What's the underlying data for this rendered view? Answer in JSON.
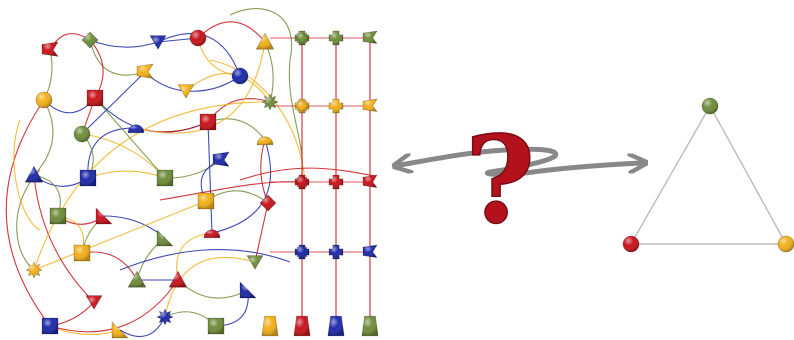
{
  "question_mark": "?",
  "colors": {
    "red": "#c8141c",
    "green": "#6f8c3a",
    "blue": "#1e2aa8",
    "yellow": "#f2b01a",
    "arrow": "#888888",
    "triangle_edge": "#bbbbbb",
    "qmark": "#b3121c"
  },
  "network": {
    "nodes": [
      {
        "id": "n1",
        "shape": "flag",
        "color": "red"
      },
      {
        "id": "n2",
        "shape": "diamond",
        "color": "green"
      },
      {
        "id": "n3",
        "shape": "tri-down",
        "color": "blue"
      },
      {
        "id": "n4",
        "shape": "circle",
        "color": "red"
      },
      {
        "id": "n5",
        "shape": "triangle",
        "color": "yellow"
      },
      {
        "id": "n6",
        "shape": "flag",
        "color": "yellow"
      },
      {
        "id": "n7",
        "shape": "circle",
        "color": "blue"
      },
      {
        "id": "n8",
        "shape": "circle",
        "color": "yellow"
      },
      {
        "id": "n9",
        "shape": "square",
        "color": "red"
      },
      {
        "id": "n10",
        "shape": "tri-down",
        "color": "yellow"
      },
      {
        "id": "n11",
        "shape": "star",
        "color": "green"
      },
      {
        "id": "n12",
        "shape": "circle",
        "color": "green"
      },
      {
        "id": "n13",
        "shape": "half",
        "color": "blue"
      },
      {
        "id": "n14",
        "shape": "square",
        "color": "red"
      },
      {
        "id": "n15",
        "shape": "half",
        "color": "yellow"
      },
      {
        "id": "n16",
        "shape": "triangle",
        "color": "blue"
      },
      {
        "id": "n17",
        "shape": "square",
        "color": "blue"
      },
      {
        "id": "n18",
        "shape": "square",
        "color": "green"
      },
      {
        "id": "n19",
        "shape": "flag",
        "color": "blue"
      },
      {
        "id": "n20",
        "shape": "square",
        "color": "yellow"
      },
      {
        "id": "n21",
        "shape": "diamond",
        "color": "red"
      },
      {
        "id": "n22",
        "shape": "square",
        "color": "green"
      },
      {
        "id": "n23",
        "shape": "right-tri",
        "color": "red"
      },
      {
        "id": "n24",
        "shape": "right-tri",
        "color": "green"
      },
      {
        "id": "n25",
        "shape": "half",
        "color": "red"
      },
      {
        "id": "n26",
        "shape": "star",
        "color": "yellow"
      },
      {
        "id": "n27",
        "shape": "square",
        "color": "yellow"
      },
      {
        "id": "n28",
        "shape": "tri-down",
        "color": "green"
      },
      {
        "id": "n29",
        "shape": "triangle",
        "color": "green"
      },
      {
        "id": "n30",
        "shape": "triangle",
        "color": "red"
      },
      {
        "id": "n31",
        "shape": "right-tri",
        "color": "blue"
      },
      {
        "id": "n32",
        "shape": "tri-down",
        "color": "red"
      },
      {
        "id": "n33",
        "shape": "square",
        "color": "blue"
      },
      {
        "id": "n34",
        "shape": "right-tri",
        "color": "yellow"
      },
      {
        "id": "n35",
        "shape": "star",
        "color": "blue"
      },
      {
        "id": "n36",
        "shape": "square",
        "color": "green"
      }
    ],
    "edges": [
      [
        "n1",
        "n2",
        "red"
      ],
      [
        "n1",
        "n8",
        "green"
      ],
      [
        "n2",
        "n3",
        "blue"
      ],
      [
        "n2",
        "n6",
        "green"
      ],
      [
        "n2",
        "n9",
        "red"
      ],
      [
        "n3",
        "n4",
        "blue"
      ],
      [
        "n4",
        "n7",
        "yellow"
      ],
      [
        "n4",
        "n5",
        "red"
      ],
      [
        "n5",
        "n11",
        "green"
      ],
      [
        "n6",
        "n10",
        "blue"
      ],
      [
        "n8",
        "n9",
        "blue"
      ],
      [
        "n8",
        "n16",
        "green"
      ],
      [
        "n9",
        "n12",
        "red"
      ],
      [
        "n9",
        "n14",
        "blue"
      ],
      [
        "n10",
        "n11",
        "yellow"
      ],
      [
        "n12",
        "n18",
        "yellow"
      ],
      [
        "n13",
        "n14",
        "red"
      ],
      [
        "n13",
        "n17",
        "blue"
      ],
      [
        "n14",
        "n15",
        "green"
      ],
      [
        "n14",
        "n25",
        "blue"
      ],
      [
        "n16",
        "n17",
        "blue"
      ],
      [
        "n16",
        "n22",
        "green"
      ],
      [
        "n17",
        "n18",
        "yellow"
      ],
      [
        "n18",
        "n19",
        "green"
      ],
      [
        "n19",
        "n20",
        "blue"
      ],
      [
        "n20",
        "n21",
        "green"
      ],
      [
        "n21",
        "n28",
        "red"
      ],
      [
        "n22",
        "n23",
        "red"
      ],
      [
        "n22",
        "n27",
        "yellow"
      ],
      [
        "n23",
        "n24",
        "blue"
      ],
      [
        "n24",
        "n29",
        "green"
      ],
      [
        "n25",
        "n30",
        "yellow"
      ],
      [
        "n27",
        "n29",
        "red"
      ],
      [
        "n29",
        "n30",
        "blue"
      ],
      [
        "n30",
        "n31",
        "green"
      ],
      [
        "n31",
        "n36",
        "blue"
      ],
      [
        "n32",
        "n33",
        "red"
      ],
      [
        "n33",
        "n34",
        "yellow"
      ],
      [
        "n34",
        "n35",
        "blue"
      ],
      [
        "n35",
        "n36",
        "green"
      ],
      [
        "n26",
        "n20",
        "yellow"
      ],
      [
        "n11",
        "n14",
        "red"
      ],
      [
        "n5",
        "n13",
        "yellow"
      ],
      [
        "n7",
        "n10",
        "blue"
      ],
      [
        "n15",
        "n21",
        "red"
      ],
      [
        "n28",
        "n35",
        "yellow"
      ],
      [
        "n12",
        "n17",
        "green"
      ],
      [
        "n6",
        "n12",
        "blue"
      ],
      [
        "n33",
        "n30",
        "red"
      ],
      [
        "n3",
        "n7",
        "blue"
      ],
      [
        "n32",
        "n16",
        "red"
      ],
      [
        "n23",
        "n27",
        "green"
      ],
      [
        "n25",
        "n15",
        "blue"
      ],
      [
        "n26",
        "n11",
        "yellow"
      ],
      [
        "n9",
        "n18",
        "green"
      ],
      [
        "n8",
        "n33",
        "red"
      ]
    ],
    "grid": {
      "columns": [
        {
          "color": "red",
          "rows": [
            [
              "star",
              "green"
            ],
            [
              "star",
              "yellow"
            ],
            [
              "star",
              "red"
            ],
            [
              "star",
              "blue"
            ],
            [
              "trap",
              "yellow"
            ]
          ]
        },
        {
          "color": "red",
          "rows": [
            [
              "cross",
              "green"
            ],
            [
              "cross",
              "yellow"
            ],
            [
              "cross",
              "red"
            ],
            [
              "cross",
              "blue"
            ],
            [
              "trap",
              "red"
            ]
          ]
        },
        {
          "color": "red",
          "rows": [
            [
              "cross",
              "green"
            ],
            [
              "cross",
              "yellow"
            ],
            [
              "cross",
              "red"
            ],
            [
              "cross",
              "blue"
            ],
            [
              "trap",
              "blue"
            ]
          ]
        },
        {
          "color": "red",
          "rows": [
            [
              "flag",
              "green"
            ],
            [
              "flag",
              "yellow"
            ],
            [
              "flag",
              "red"
            ],
            [
              "flag",
              "blue"
            ],
            [
              "trap",
              "green"
            ]
          ]
        }
      ]
    }
  },
  "triangle_graph": {
    "nodes": [
      {
        "id": "top",
        "color": "green"
      },
      {
        "id": "left",
        "color": "red"
      },
      {
        "id": "right",
        "color": "yellow"
      }
    ],
    "edges": [
      [
        "top",
        "left"
      ],
      [
        "left",
        "right"
      ],
      [
        "right",
        "top"
      ]
    ]
  }
}
